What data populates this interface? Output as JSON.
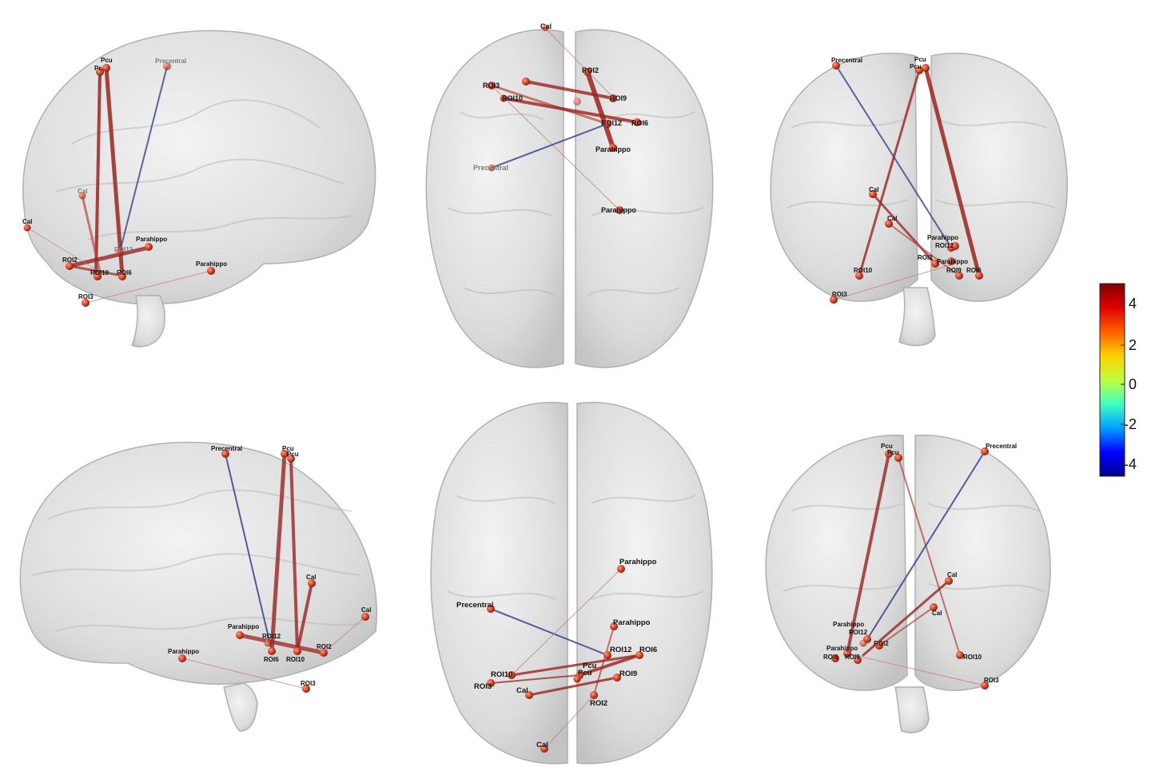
{
  "views": [
    {
      "id": "view-left-lateral",
      "nodes": [
        {
          "label": "Pcu"
        },
        {
          "label": "Pcu"
        },
        {
          "label": "Precentral"
        },
        {
          "label": "Cal"
        },
        {
          "label": "Cal"
        },
        {
          "label": "Parahippo"
        },
        {
          "label": "ROI2"
        },
        {
          "label": "ROI12"
        },
        {
          "label": "ROI10"
        },
        {
          "label": "ROI6"
        },
        {
          "label": "Parahippo"
        },
        {
          "label": "ROI3"
        }
      ]
    },
    {
      "id": "view-superior",
      "nodes": [
        {
          "label": "Cal"
        },
        {
          "label": "ROI2"
        },
        {
          "label": "ROI3"
        },
        {
          "label": "ROI9"
        },
        {
          "label": "ROI10"
        },
        {
          "label": "ROI12"
        },
        {
          "label": "ROI6"
        },
        {
          "label": "Parahippo"
        },
        {
          "label": "Precentral"
        },
        {
          "label": "Parahippo"
        }
      ]
    },
    {
      "id": "view-posterior",
      "nodes": [
        {
          "label": "Precentral"
        },
        {
          "label": "Pcu"
        },
        {
          "label": "Pcu"
        },
        {
          "label": "Cal"
        },
        {
          "label": "Cal"
        },
        {
          "label": "Parahippo"
        },
        {
          "label": "ROI12"
        },
        {
          "label": "ROI2"
        },
        {
          "label": "Parahippo"
        },
        {
          "label": "ROI10"
        },
        {
          "label": "ROI9"
        },
        {
          "label": "ROI6"
        },
        {
          "label": "ROI3"
        }
      ]
    },
    {
      "id": "view-right-lateral",
      "nodes": [
        {
          "label": "Precentral"
        },
        {
          "label": "Pcu"
        },
        {
          "label": "Pcu"
        },
        {
          "label": "Cal"
        },
        {
          "label": "Cal"
        },
        {
          "label": "Parahippo"
        },
        {
          "label": "ROI12"
        },
        {
          "label": "ROI2"
        },
        {
          "label": "ROI6"
        },
        {
          "label": "ROI10"
        },
        {
          "label": "Parahippo"
        },
        {
          "label": "ROI3"
        }
      ]
    },
    {
      "id": "view-inferior",
      "nodes": [
        {
          "label": "Parahippo"
        },
        {
          "label": "Precentral"
        },
        {
          "label": "Parahippo"
        },
        {
          "label": "ROI12"
        },
        {
          "label": "ROI6"
        },
        {
          "label": "Pcu"
        },
        {
          "label": "Pcu"
        },
        {
          "label": "ROI10"
        },
        {
          "label": "ROI9"
        },
        {
          "label": "ROI3"
        },
        {
          "label": "Cal"
        },
        {
          "label": "ROI2"
        },
        {
          "label": "Cal"
        }
      ]
    },
    {
      "id": "view-anterior",
      "nodes": [
        {
          "label": "Pcu"
        },
        {
          "label": "Pcu"
        },
        {
          "label": "Precentral"
        },
        {
          "label": "Cal"
        },
        {
          "label": "Cal"
        },
        {
          "label": "Parahippo"
        },
        {
          "label": "ROI12"
        },
        {
          "label": "Parahippo"
        },
        {
          "label": "ROI2"
        },
        {
          "label": "ROI6"
        },
        {
          "label": "ROI9"
        },
        {
          "label": "ROI10"
        },
        {
          "label": "ROI3"
        }
      ]
    }
  ],
  "colorbar": {
    "ticks": [
      "4",
      "2",
      "0",
      "-2",
      "-4"
    ],
    "colors": [
      "#00008f",
      "#0000ff",
      "#00a0ff",
      "#40ffc0",
      "#c0ff40",
      "#ffd000",
      "#ff6000",
      "#e00000",
      "#800000"
    ],
    "edge_positive_color": "#9b2320",
    "edge_negative_color": "#3a3f8f",
    "node_color": "#d6452a"
  }
}
